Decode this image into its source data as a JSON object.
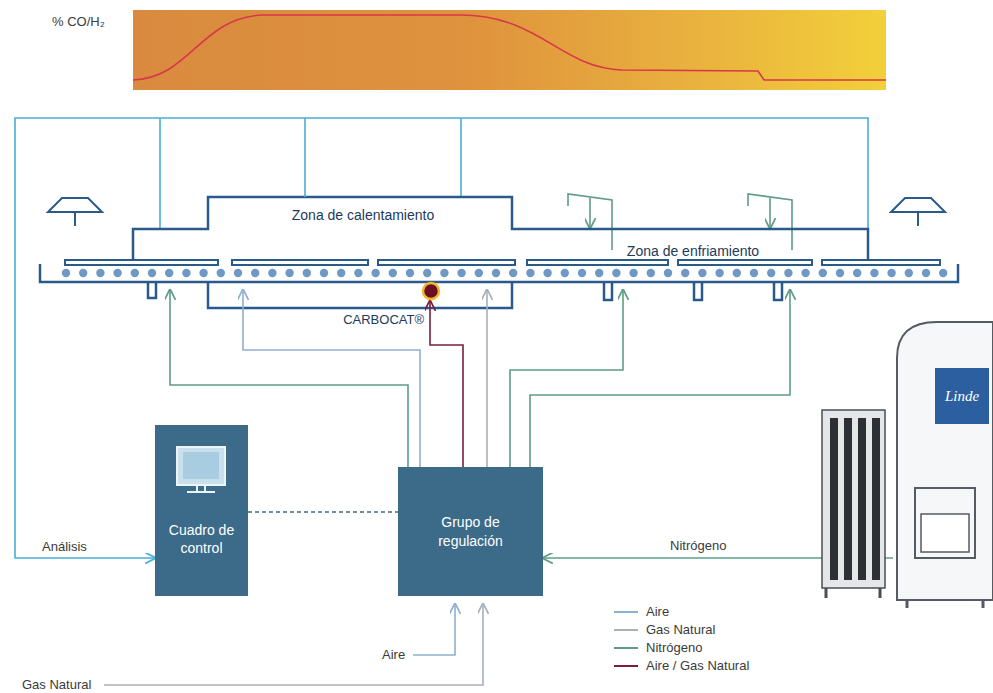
{
  "diagram": {
    "nodes": [
      {
        "text": [
          "Zona de calentamiento"
        ]
      },
      {
        "text": [
          "Zona de enfriamiento"
        ]
      },
      {
        "text": [
          "CARBOCAT®"
        ]
      },
      {
        "text": [
          "Cuadro de control"
        ]
      },
      {
        "text": [
          "Grupo de regulación"
        ]
      },
      {
        "text": [
          "Linde"
        ]
      }
    ],
    "edges": [
      {
        "from": 4,
        "to": 0,
        "arrow": "to"
      },
      {
        "from": 4,
        "to": 0,
        "arrow": "to"
      },
      {
        "from": 4,
        "to": 2,
        "arrow": "to"
      },
      {
        "from": 4,
        "to": 0,
        "arrow": "to"
      },
      {
        "from": 4,
        "to": 1,
        "arrow": "to"
      },
      {
        "from": 4,
        "to": 1,
        "arrow": "to"
      },
      {
        "from": 0,
        "to": 3,
        "label": "Análisis",
        "arrow": "to"
      },
      {
        "from": 5,
        "to": 4,
        "label": "Nitrógeno",
        "arrow": "to"
      },
      {
        "from": 3,
        "to": 4,
        "arrow": "none"
      }
    ],
    "labels": [
      "% CO/H₂",
      "Aire",
      "Gas Natural"
    ],
    "legend": [
      {
        "text": "Aire"
      },
      {
        "text": "Gas Natural"
      },
      {
        "text": "Nitrógeno"
      },
      {
        "text": "Aire / Gas Natural"
      }
    ]
  }
}
